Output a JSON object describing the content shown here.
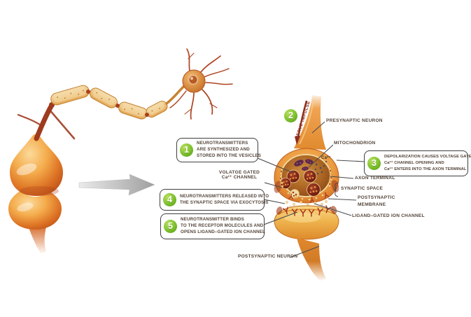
{
  "figure": {
    "steps": [
      {
        "num": "1",
        "lines": [
          "NEUROTRANSMITTERS",
          "ARE SYNTHESIZED AND",
          "STORED INTO THE VESICLES"
        ]
      },
      {
        "num": "2",
        "lines": []
      },
      {
        "num": "3",
        "lines": [
          "DEPOLARIZATION CAUSES VOLTAGE GATED",
          "Ca²⁺ CHANNEL OPENING AND",
          "Ca²⁺ ENTERS INTO THE AXON TERMINAL"
        ]
      },
      {
        "num": "4",
        "lines": [
          "NEUROTRANSMITTERS RELEASED INTO",
          "THE SYNAPTIC SPACE VIA EXOCYTOSIS"
        ]
      },
      {
        "num": "5",
        "lines": [
          "NEUROTRANSMITTER BINDS",
          "TO THE RECEPTOR MOLECULES AND",
          "OPENS LIGAND–GATED ION CHANNEL"
        ]
      }
    ],
    "labels": {
      "voltage_gated": [
        "VOLATGE GATED",
        "Ca²⁺ CHANNEL"
      ],
      "presynaptic_neuron": "PRESYNAPTIC NEURON",
      "mitochondrion": "MITOCHONDRION",
      "calcium_ion": "Ca²⁺",
      "axon_terminal": "AXON TERMINAL",
      "synaptic_space": "SYNAPTIC SPACE",
      "postsynaptic_membrane": [
        "POSTSYNAPTIC",
        "MEMBRANE"
      ],
      "ligand_gated_ion_channel": "LIGAND–GATED ION CHANNEL",
      "postsynaptic_neuron": "POSTSYNAPTIC NEURON",
      "nerve_impulse": "NERVE IMPULSE"
    },
    "theme": {
      "accent_green": "#7CC02C",
      "box_border": "#3f3f3f",
      "label_text": "#54453A",
      "pointer_line": "#4b4b4b",
      "dark_red": "#8C2C1E",
      "orange_main": "#E8923A"
    }
  }
}
